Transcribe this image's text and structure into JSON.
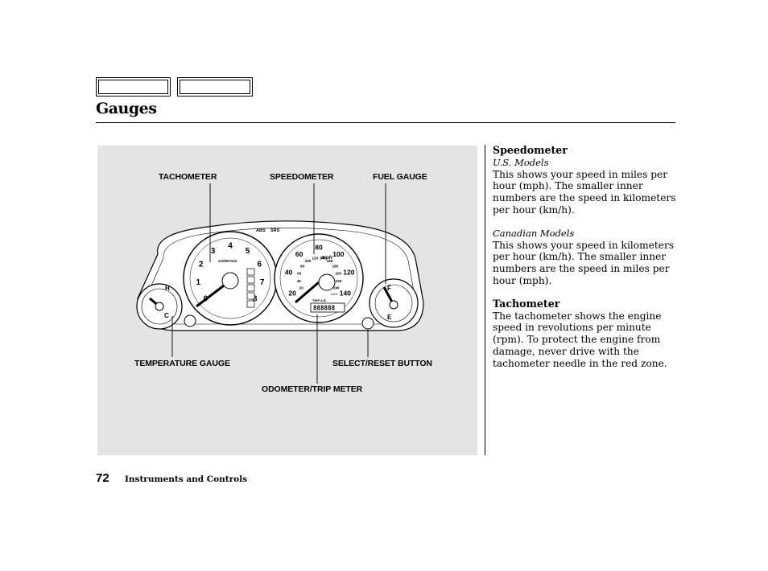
{
  "header": {
    "nav_boxes": [
      "",
      ""
    ],
    "title": "Gauges"
  },
  "figure": {
    "callouts": {
      "tachometer": "TACHOMETER",
      "speedometer": "SPEEDOMETER",
      "fuel_gauge": "FUEL GAUGE",
      "temperature_gauge": "TEMPERATURE GAUGE",
      "select_reset_button": "SELECT/RESET BUTTON",
      "odometer_trip_meter": "ODOMETER/TRIP METER"
    },
    "tachometer_numbers": [
      "0",
      "1",
      "2",
      "3",
      "4",
      "5",
      "6",
      "7",
      "8"
    ],
    "tachometer_units": "x1000r/min",
    "speedometer_outer": [
      "20",
      "40",
      "60",
      "80",
      "100",
      "120",
      "140"
    ],
    "speedometer_inner": [
      "20",
      "40",
      "60",
      "80",
      "100",
      "120",
      "140",
      "160",
      "180",
      "200",
      "220",
      "240"
    ],
    "speedometer_units": "mph",
    "speedometer_inner_units": "km/h",
    "odometer_reading": "888888",
    "trip_label": "TRIP A B",
    "fuel_marks": [
      "F",
      "E"
    ],
    "temp_marks": [
      "H",
      "C"
    ],
    "warning_lights": [
      "ABS",
      "SRS"
    ]
  },
  "text_column": {
    "speedometer_heading": "Speedometer",
    "us_models_label": "U.S. Models",
    "us_models_text": "This shows your speed in miles per hour (mph). The smaller inner numbers are the speed in kilometers per hour (km/h).",
    "canadian_models_label": "Canadian Models",
    "canadian_models_text": "This shows your speed in kilometers per hour (km/h). The smaller inner numbers are the speed in miles per hour (mph).",
    "tachometer_heading": "Tachometer",
    "tachometer_text": "The tachometer shows the engine speed in revolutions per minute (rpm). To protect the engine from damage, never drive with the tachometer needle in the red zone."
  },
  "footer": {
    "page_number": "72",
    "section_name": "Instruments and Controls"
  }
}
